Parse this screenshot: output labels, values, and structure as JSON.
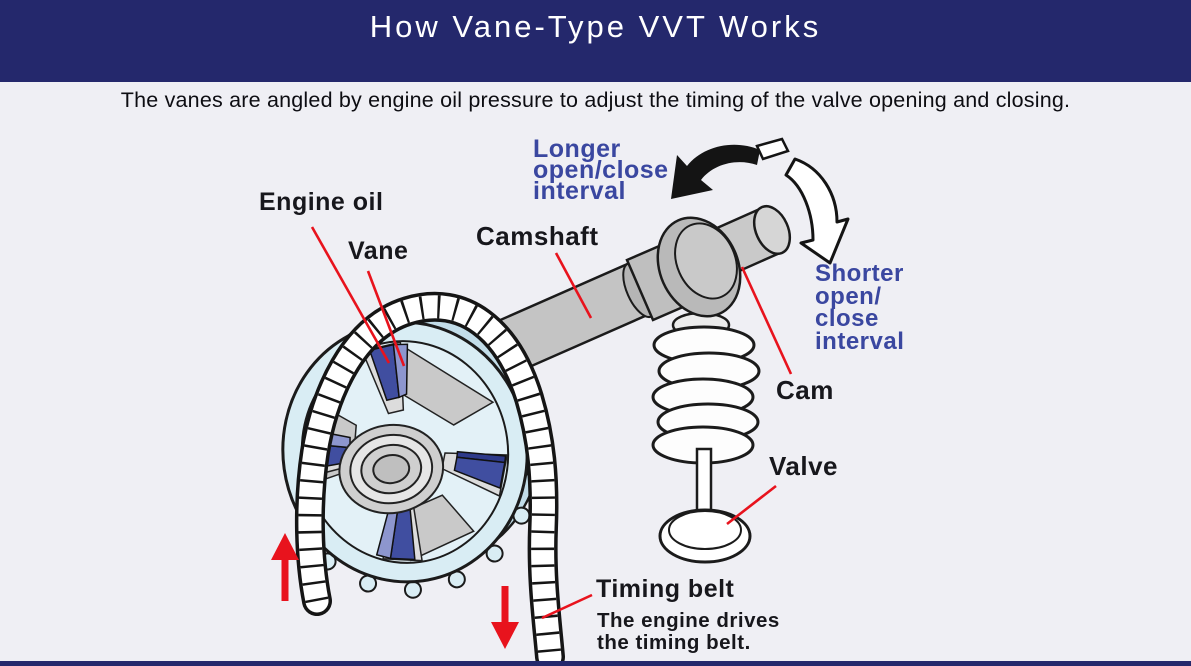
{
  "header": {
    "title": "How Vane-Type VVT Works"
  },
  "subtitle": "The vanes are angled by engine oil pressure to adjust the timing of the valve opening and closing.",
  "colors": {
    "navy": "#24286c",
    "page_bg": "#efeff4",
    "label_blue": "#3a47a0",
    "accent_red": "#e8131d",
    "wheel_cyan": "#d9edf4",
    "vane_blue": "#404ea0",
    "metal_gray": "#c4c4c4"
  },
  "diagram": {
    "labels": {
      "engine_oil": "Engine oil",
      "vane": "Vane",
      "camshaft": "Camshaft",
      "longer_interval": "Longer\nopen/close\ninterval",
      "shorter_interval": "Shorter\nopen/\nclose\ninterval",
      "cam": "Cam",
      "valve": "Valve",
      "timing_belt": "Timing belt",
      "timing_belt_note": "The engine drives\nthe timing belt."
    }
  }
}
